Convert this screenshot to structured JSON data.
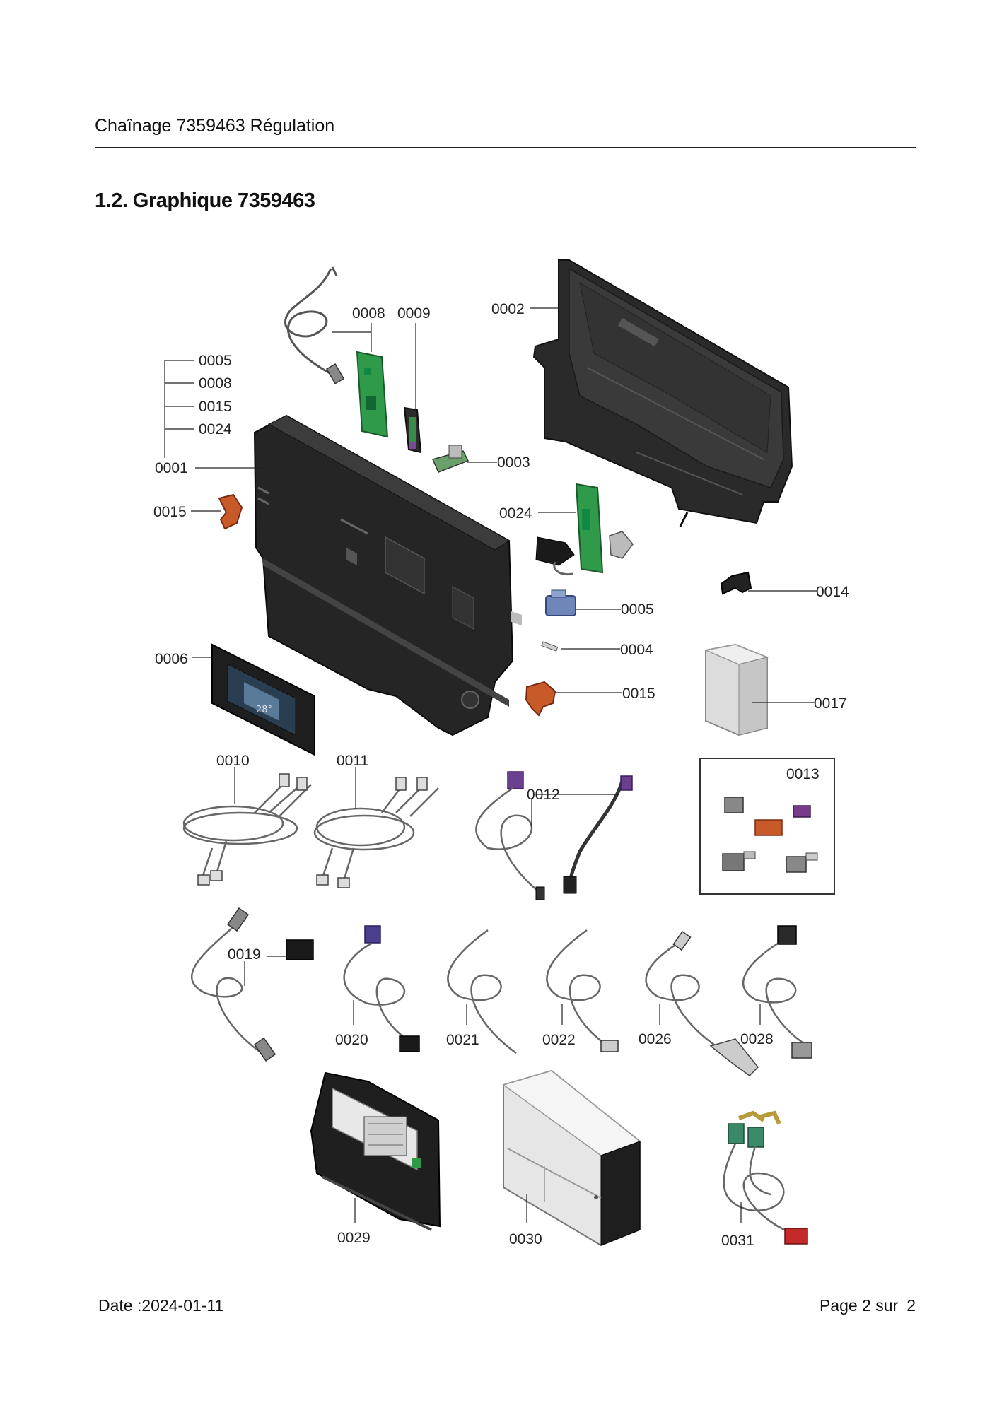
{
  "header": {
    "title": "Chaînage 7359463 Régulation"
  },
  "section": {
    "title": "1.2. Graphique 7359463"
  },
  "figure": {
    "labels": {
      "l0002": "0002",
      "l0008": "0008",
      "l0009": "0009",
      "g0005": "0005",
      "g0008": "0008",
      "g0015": "0015",
      "g0024": "0024",
      "l0001": "0001",
      "l0003": "0003",
      "l0015a": "0015",
      "l0024": "0024",
      "l0014": "0014",
      "l0005": "0005",
      "l0004": "0004",
      "l0006": "0006",
      "l0015b": "0015",
      "l0017": "0017",
      "l0010": "0010",
      "l0011": "0011",
      "l0012": "0012",
      "l0013": "0013",
      "l0019": "0019",
      "l0020": "0020",
      "l0021": "0021",
      "l0022": "0022",
      "l0026": "0026",
      "l0028": "0028",
      "l0029": "0029",
      "l0030": "0030",
      "l0031": "0031"
    }
  },
  "footer": {
    "date": "Date :2024-01-11",
    "page_label": "Page 2 sur",
    "page_total": "2"
  },
  "colors": {
    "pcb_green": "#2e9a4a",
    "housing_black": "#222222",
    "copper": "#c85a2a",
    "blue_connector": "#6f86b8",
    "purple_connector": "#6a3f8f",
    "light_grey": "#d8d8d8"
  }
}
